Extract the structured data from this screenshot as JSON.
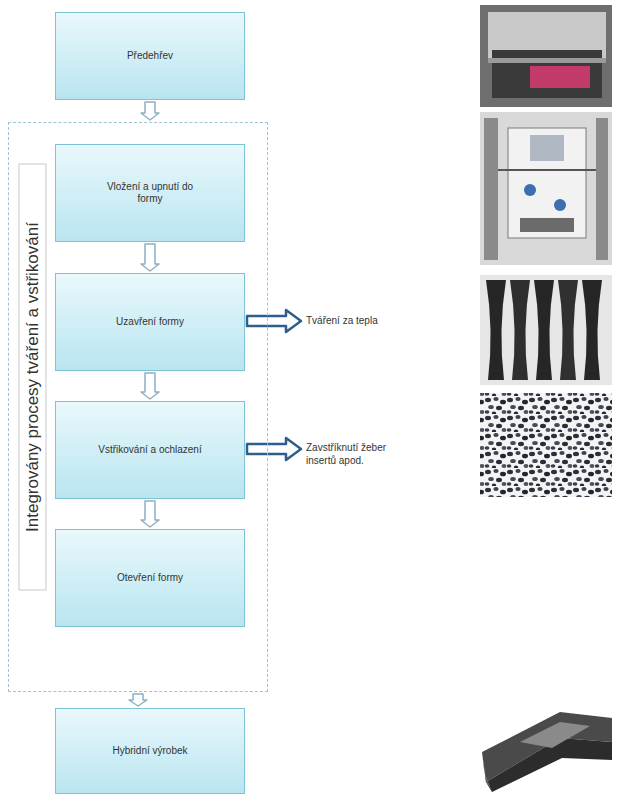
{
  "diagram": {
    "nodes": [
      {
        "text": [
          "Předehřev"
        ]
      },
      {
        "text": [
          "Integrovány procesy tváření a vstřikování"
        ]
      },
      {
        "text": [
          "Vložení a upnutí do formy"
        ],
        "in": 1
      },
      {
        "text": [
          "Uzavření formy"
        ],
        "in": 1
      },
      {
        "text": [
          "Vstřikování a ochlazení"
        ],
        "in": 1
      },
      {
        "text": [
          "Otevření formy"
        ],
        "in": 1
      },
      {
        "text": [
          "Hybridní výrobek"
        ]
      }
    ],
    "edges": [
      {
        "from": 0,
        "to": 1,
        "arrow": "to"
      },
      {
        "from": 2,
        "to": 3,
        "arrow": "to"
      },
      {
        "from": 3,
        "to": 4,
        "arrow": "to"
      },
      {
        "from": 4,
        "to": 5,
        "arrow": "to"
      },
      {
        "from": 1,
        "to": 6,
        "arrow": "to"
      }
    ],
    "labels": [
      "Tváření za tepla",
      "Zavstříknutí žeber insertů apod."
    ]
  }
}
